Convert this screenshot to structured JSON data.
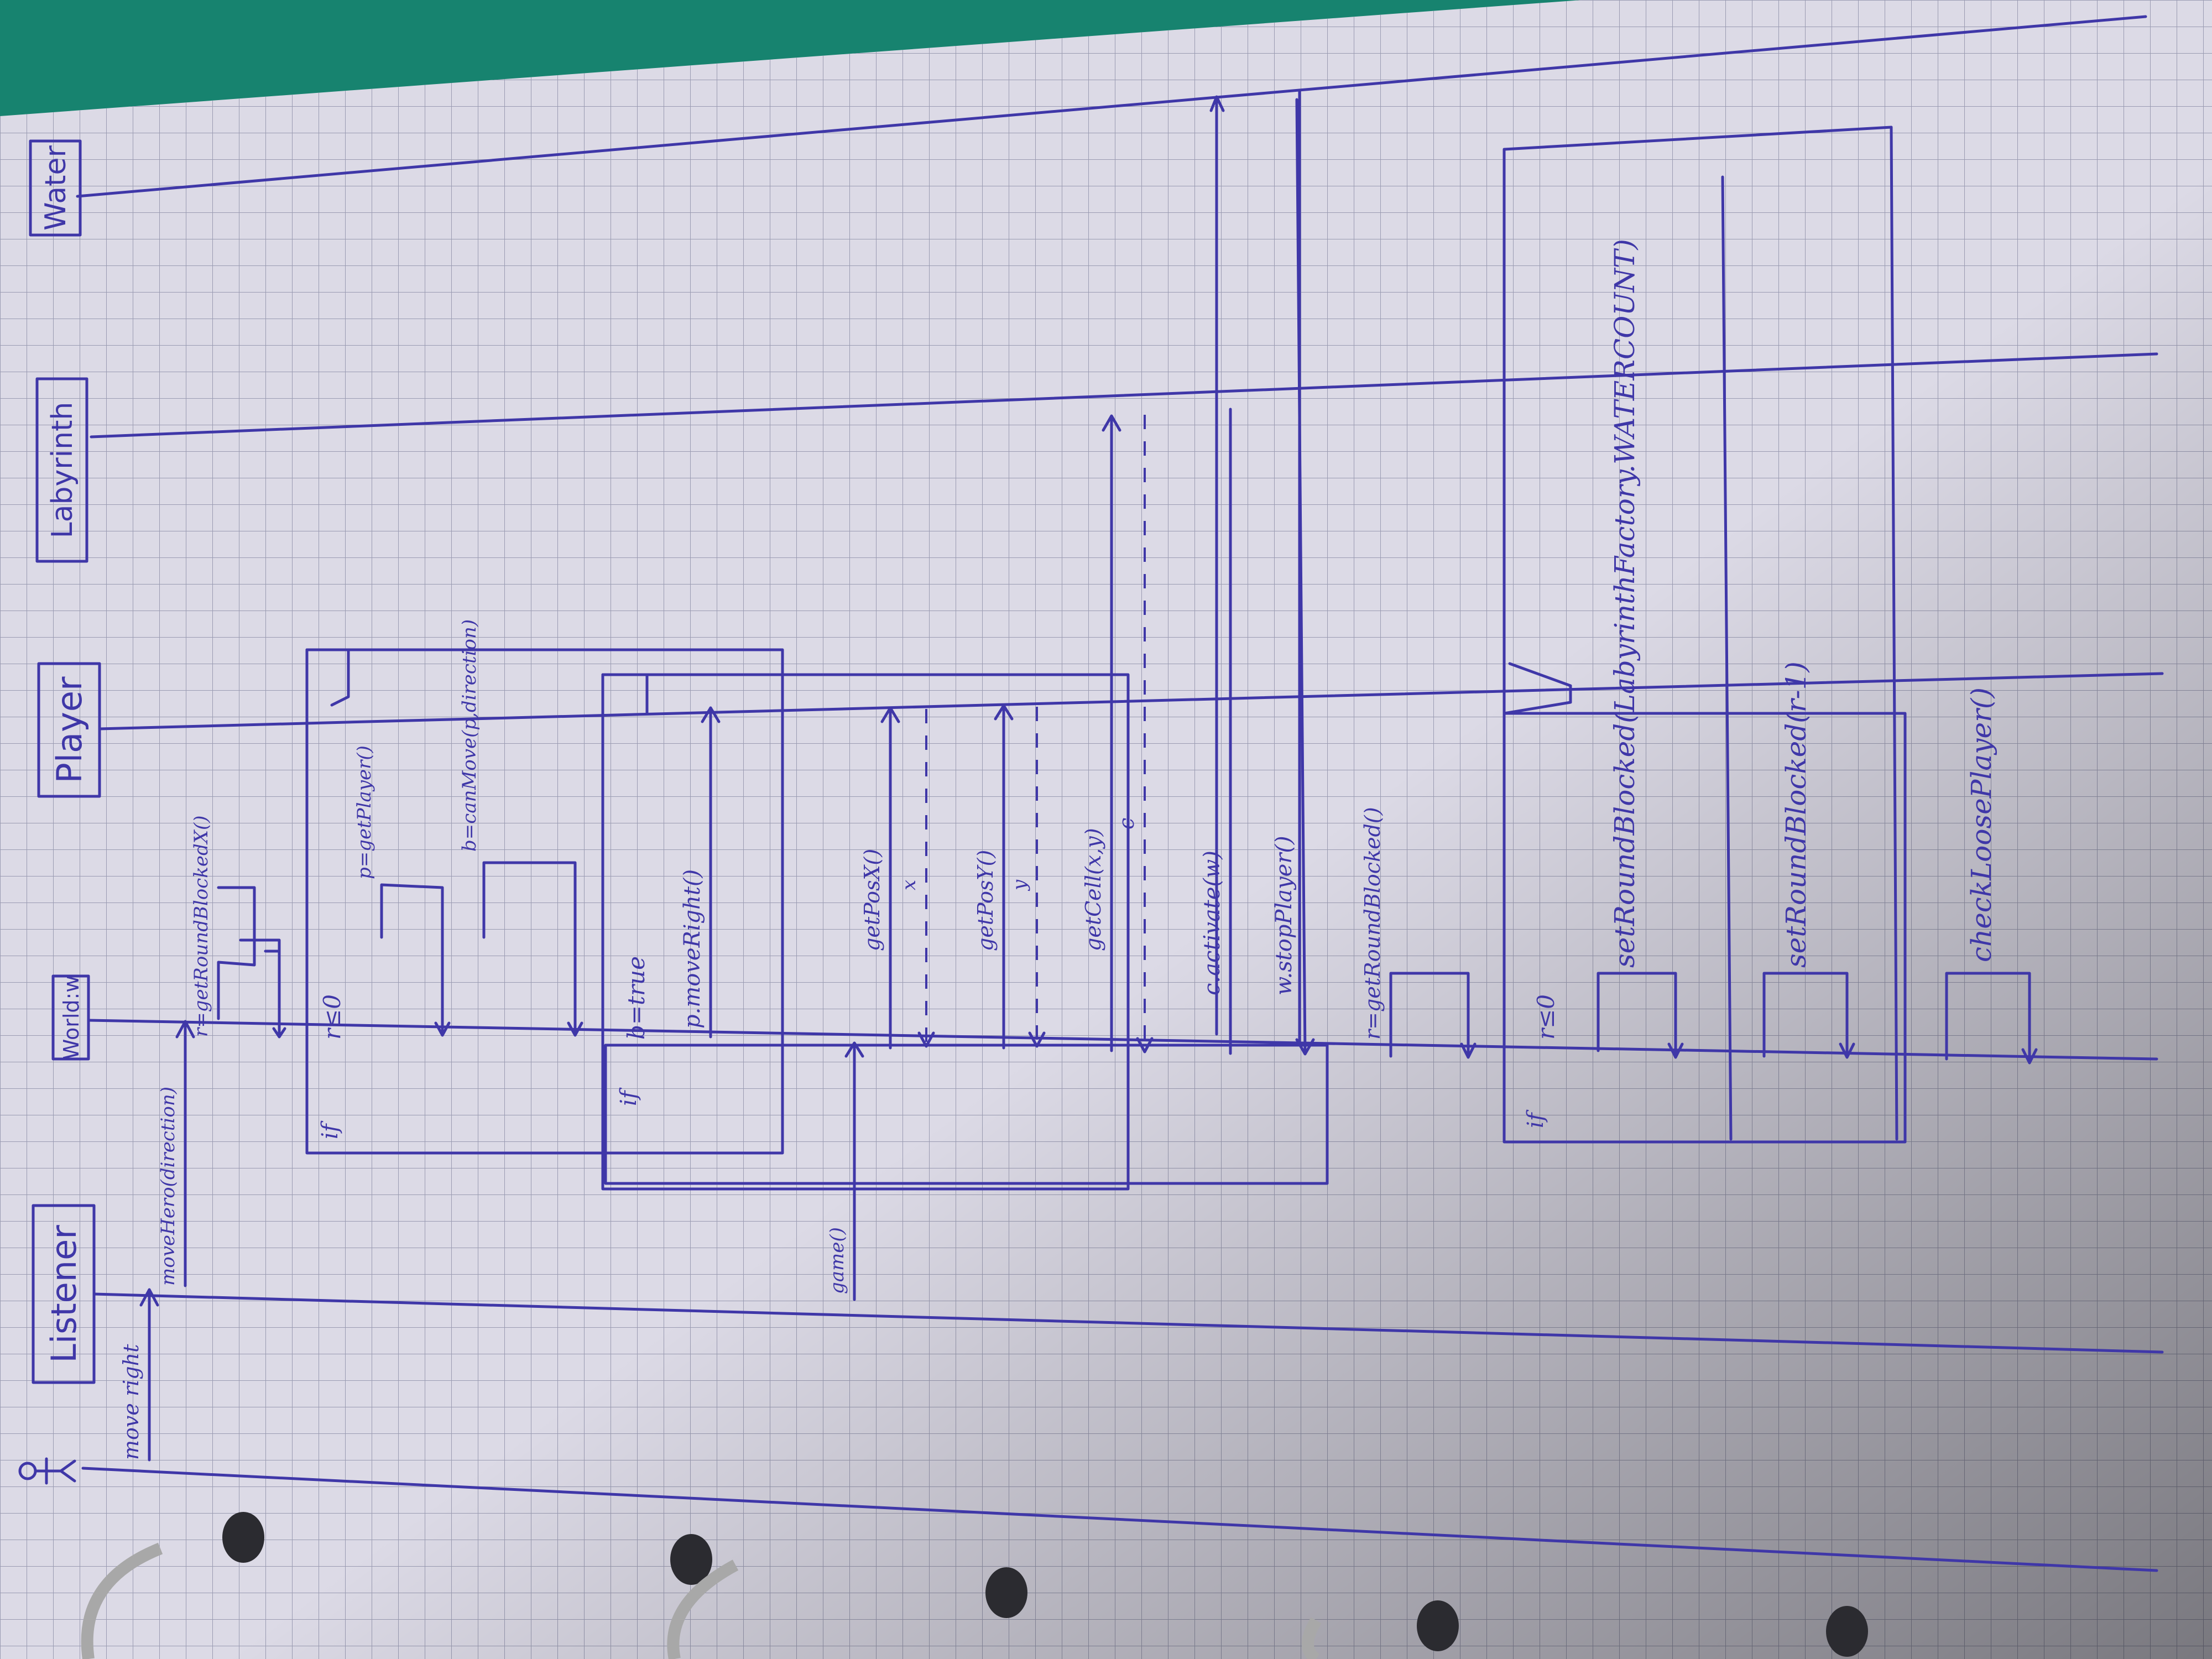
{
  "lifelines": {
    "listener": "Listener",
    "world": "World:w",
    "player": "Player",
    "labyrinth": "Labyrinth",
    "water": "Water"
  },
  "messages": {
    "move_right_actor": "move right",
    "move_hero": "moveHero(direction)",
    "get_round_blocked_1": "r=getRoundBlockedX()",
    "p_get_player": "p=getPlayer()",
    "can_move": "b=canMove(p,direction)",
    "move_right_call": "p.moveRight()",
    "game_call": "game()",
    "get_pos_x": "getPosX()",
    "ret_x": "x",
    "get_pos_y": "getPosY()",
    "ret_y": "y",
    "get_cell": "getCell(x,y)",
    "ret_c": "c",
    "activate": "c.activate(w)",
    "stop_player": "w.stopPlayer()",
    "get_round_blocked_2": "r=getRoundBlocked()",
    "set_round_blocked_1": "setRoundBlocked(LabyrinthFactory.WATERCOUNT)",
    "set_round_blocked_2": "setRoundBlocked(r-1)",
    "check_loose": "checkLoosePlayer()"
  },
  "fragments": {
    "frame1_tag": "if",
    "frame1_guard": "r≤0",
    "frame2_tag": "if",
    "frame2_guard": "b=true",
    "frame3_tag": "if",
    "frame3_guard": "r≤0"
  },
  "colors": {
    "ink": "#3f37a8",
    "paper": "#dcdae6",
    "background": "#17836f"
  }
}
